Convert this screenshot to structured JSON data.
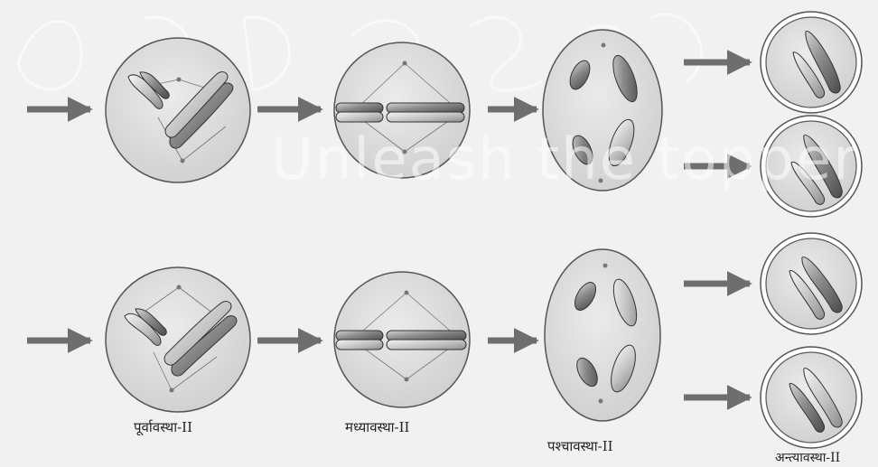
{
  "watermark": "Unleash the topper",
  "stage_labels": [
    "पूर्वावस्था-II",
    "मध्यावस्था-II",
    "पश्चावस्था-II",
    "अन्त्यावस्था-II"
  ]
}
